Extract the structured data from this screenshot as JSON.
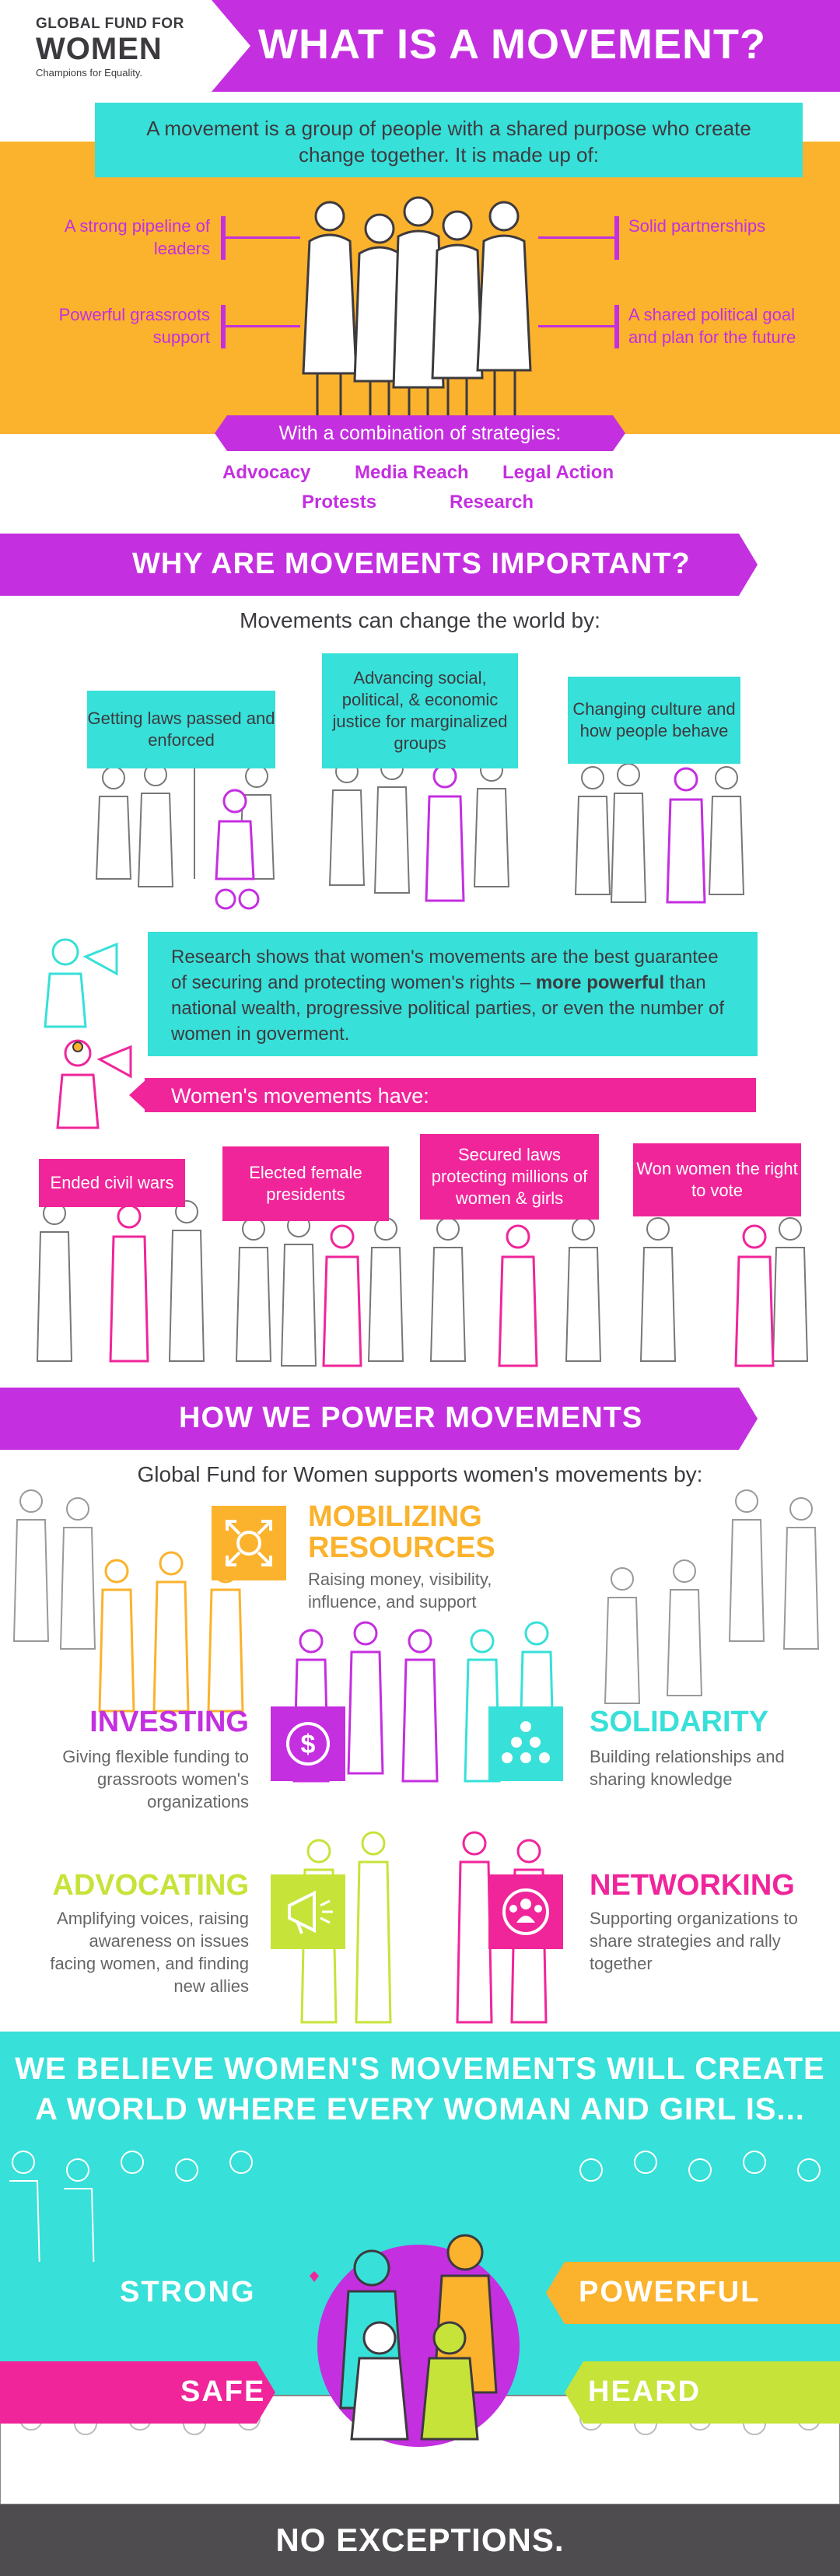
{
  "logo": {
    "line1": "GLOBAL FUND FOR",
    "line2": "WOMEN",
    "tagline": "Champions for Equality."
  },
  "header": {
    "title": "WHAT IS A MOVEMENT?"
  },
  "section1": {
    "definition": "A movement is a group of people with a shared purpose who create change together. It is made up of:",
    "pillars_left": [
      "A strong pipeline of leaders",
      "Powerful grassroots support"
    ],
    "pillars_right": [
      "Solid partnerships",
      "A shared political goal and plan for the future"
    ],
    "strategies_title": "With a combination of strategies:",
    "strategies": [
      "Advocacy",
      "Media Reach",
      "Legal Action",
      "Protests",
      "Research"
    ]
  },
  "section2": {
    "title": "WHY ARE MOVEMENTS IMPORTANT?",
    "subtitle": "Movements can change the world by:",
    "signs": [
      "Getting laws passed and enforced",
      "Advancing social, political, & economic justice for marginalized groups",
      "Changing culture and how people behave"
    ],
    "research_pre": "Research shows that women's movements are the best guarantee of securing and protecting women's rights –",
    "research_bold": "more powerful",
    "research_post": "than national wealth, progressive political parties, or even the number of women in goverment.",
    "movements_have": "Women's movements have:",
    "achievements": [
      "Ended civil wars",
      "Elected female presidents",
      "Secured laws protecting millions of women & girls",
      "Won women the right to vote"
    ]
  },
  "section3": {
    "title": "HOW WE POWER MOVEMENTS",
    "subtitle": "Global Fund for Women supports women's movements by:",
    "mobilizing": {
      "title_1": "MOBILIZING",
      "title_2": "RESOURCES",
      "desc": "Raising money, visibility, influence, and support",
      "icon": "network-arrows-icon"
    },
    "investing": {
      "title": "INVESTING",
      "desc": "Giving flexible funding to grassroots women's organizations",
      "icon": "dollar-icon"
    },
    "solidarity": {
      "title": "SOLIDARITY",
      "desc": "Building relationships and sharing knowledge",
      "icon": "triangle-dots-icon"
    },
    "advocating": {
      "title": "ADVOCATING",
      "desc": "Amplifying voices, raising awareness on issues facing women, and finding new allies",
      "icon": "megaphone-icon"
    },
    "networking": {
      "title": "NETWORKING",
      "desc": "Supporting organizations to share strategies and rally together",
      "icon": "people-circle-icon"
    }
  },
  "section4": {
    "believe_1": "WE BELIEVE WOMEN'S MOVEMENTS WILL CREATE",
    "believe_2": "A WORLD WHERE EVERY WOMAN AND GIRL IS...",
    "words": [
      "STRONG",
      "POWERFUL",
      "SAFE",
      "HEARD"
    ]
  },
  "footer": {
    "text": "NO EXCEPTIONS."
  },
  "colors": {
    "magenta": "#c42fe0",
    "teal": "#37e0d8",
    "yellow": "#fbb22c",
    "pink": "#f0259a",
    "lime": "#c6e33a",
    "dark": "#3d3a3f"
  }
}
